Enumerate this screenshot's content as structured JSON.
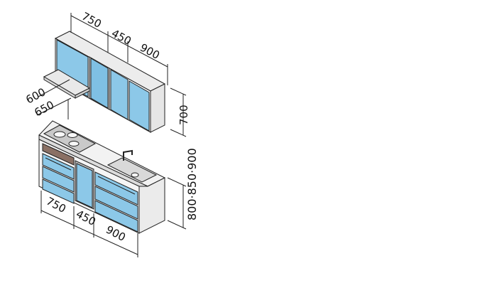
{
  "dimensions": {
    "wall_top": [
      "750",
      "450",
      "900"
    ],
    "counter_depth_a": "600",
    "counter_depth_b": "650",
    "wall_height": "700",
    "counter_heights": "800·850·900",
    "base_bottom": [
      "750",
      "450",
      "900"
    ]
  },
  "colors": {
    "door_blue": "#8cc8e8",
    "door_blue_dark": "#5aa5d2",
    "panel_gray": "#d3d3d3",
    "side_gray": "#ebebeb",
    "outline": "#222222"
  }
}
